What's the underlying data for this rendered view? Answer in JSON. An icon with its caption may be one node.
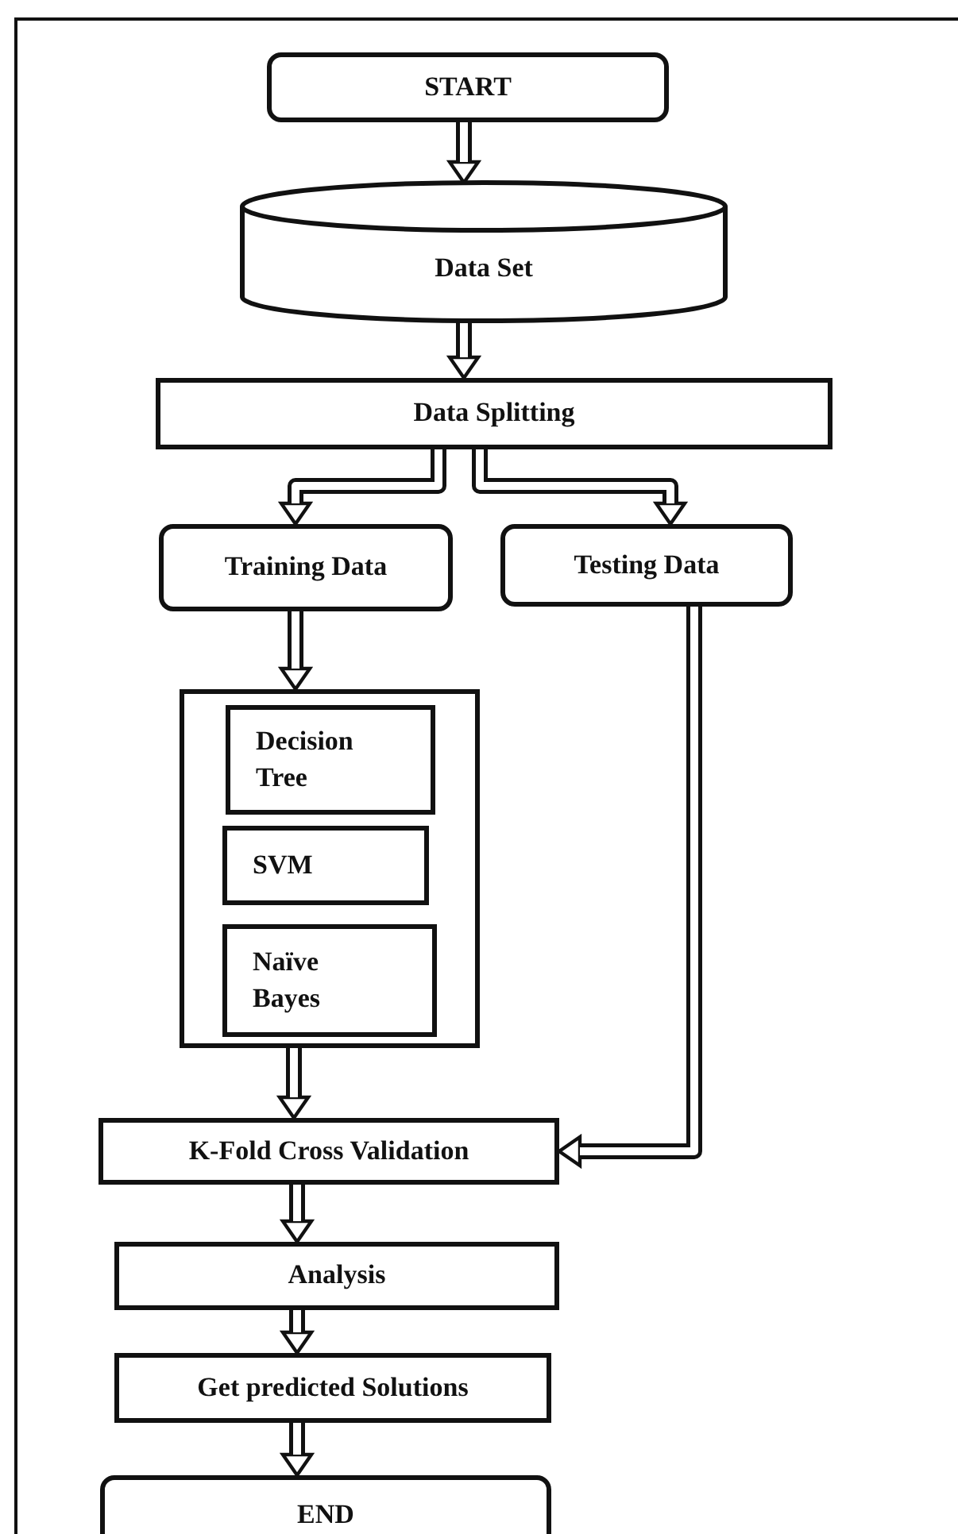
{
  "diagram": {
    "nodes": [
      {
        "text": [
          "START"
        ]
      },
      {
        "text": [
          "Data Set"
        ]
      },
      {
        "text": [
          "Data Splitting"
        ]
      },
      {
        "text": [
          "Training Data"
        ]
      },
      {
        "text": [
          "Testing Data"
        ]
      },
      {
        "text": [],
        "shape": "box"
      },
      {
        "text": [
          "Decision Tree"
        ],
        "in": 5
      },
      {
        "text": [
          "SVM"
        ],
        "in": 5
      },
      {
        "text": [
          "Naïve Bayes"
        ],
        "in": 5
      },
      {
        "text": [
          "K-Fold Cross Validation"
        ]
      },
      {
        "text": [
          "Analysis"
        ]
      },
      {
        "text": [
          "Get predicted Solutions"
        ]
      },
      {
        "text": [
          "END"
        ]
      }
    ],
    "edges": [
      {
        "from": 0,
        "to": 1,
        "arrow": "to"
      },
      {
        "from": 1,
        "to": 2,
        "arrow": "to"
      },
      {
        "from": 2,
        "to": 3,
        "arrow": "to"
      },
      {
        "from": 2,
        "to": 4,
        "arrow": "to"
      },
      {
        "from": 3,
        "to": 5,
        "arrow": "to"
      },
      {
        "from": 5,
        "to": 9,
        "arrow": "to"
      },
      {
        "from": 4,
        "to": 9,
        "arrow": "to"
      },
      {
        "from": 9,
        "to": 10,
        "arrow": "to"
      },
      {
        "from": 10,
        "to": 11,
        "arrow": "to"
      },
      {
        "from": 11,
        "to": 12,
        "arrow": "to"
      }
    ]
  }
}
